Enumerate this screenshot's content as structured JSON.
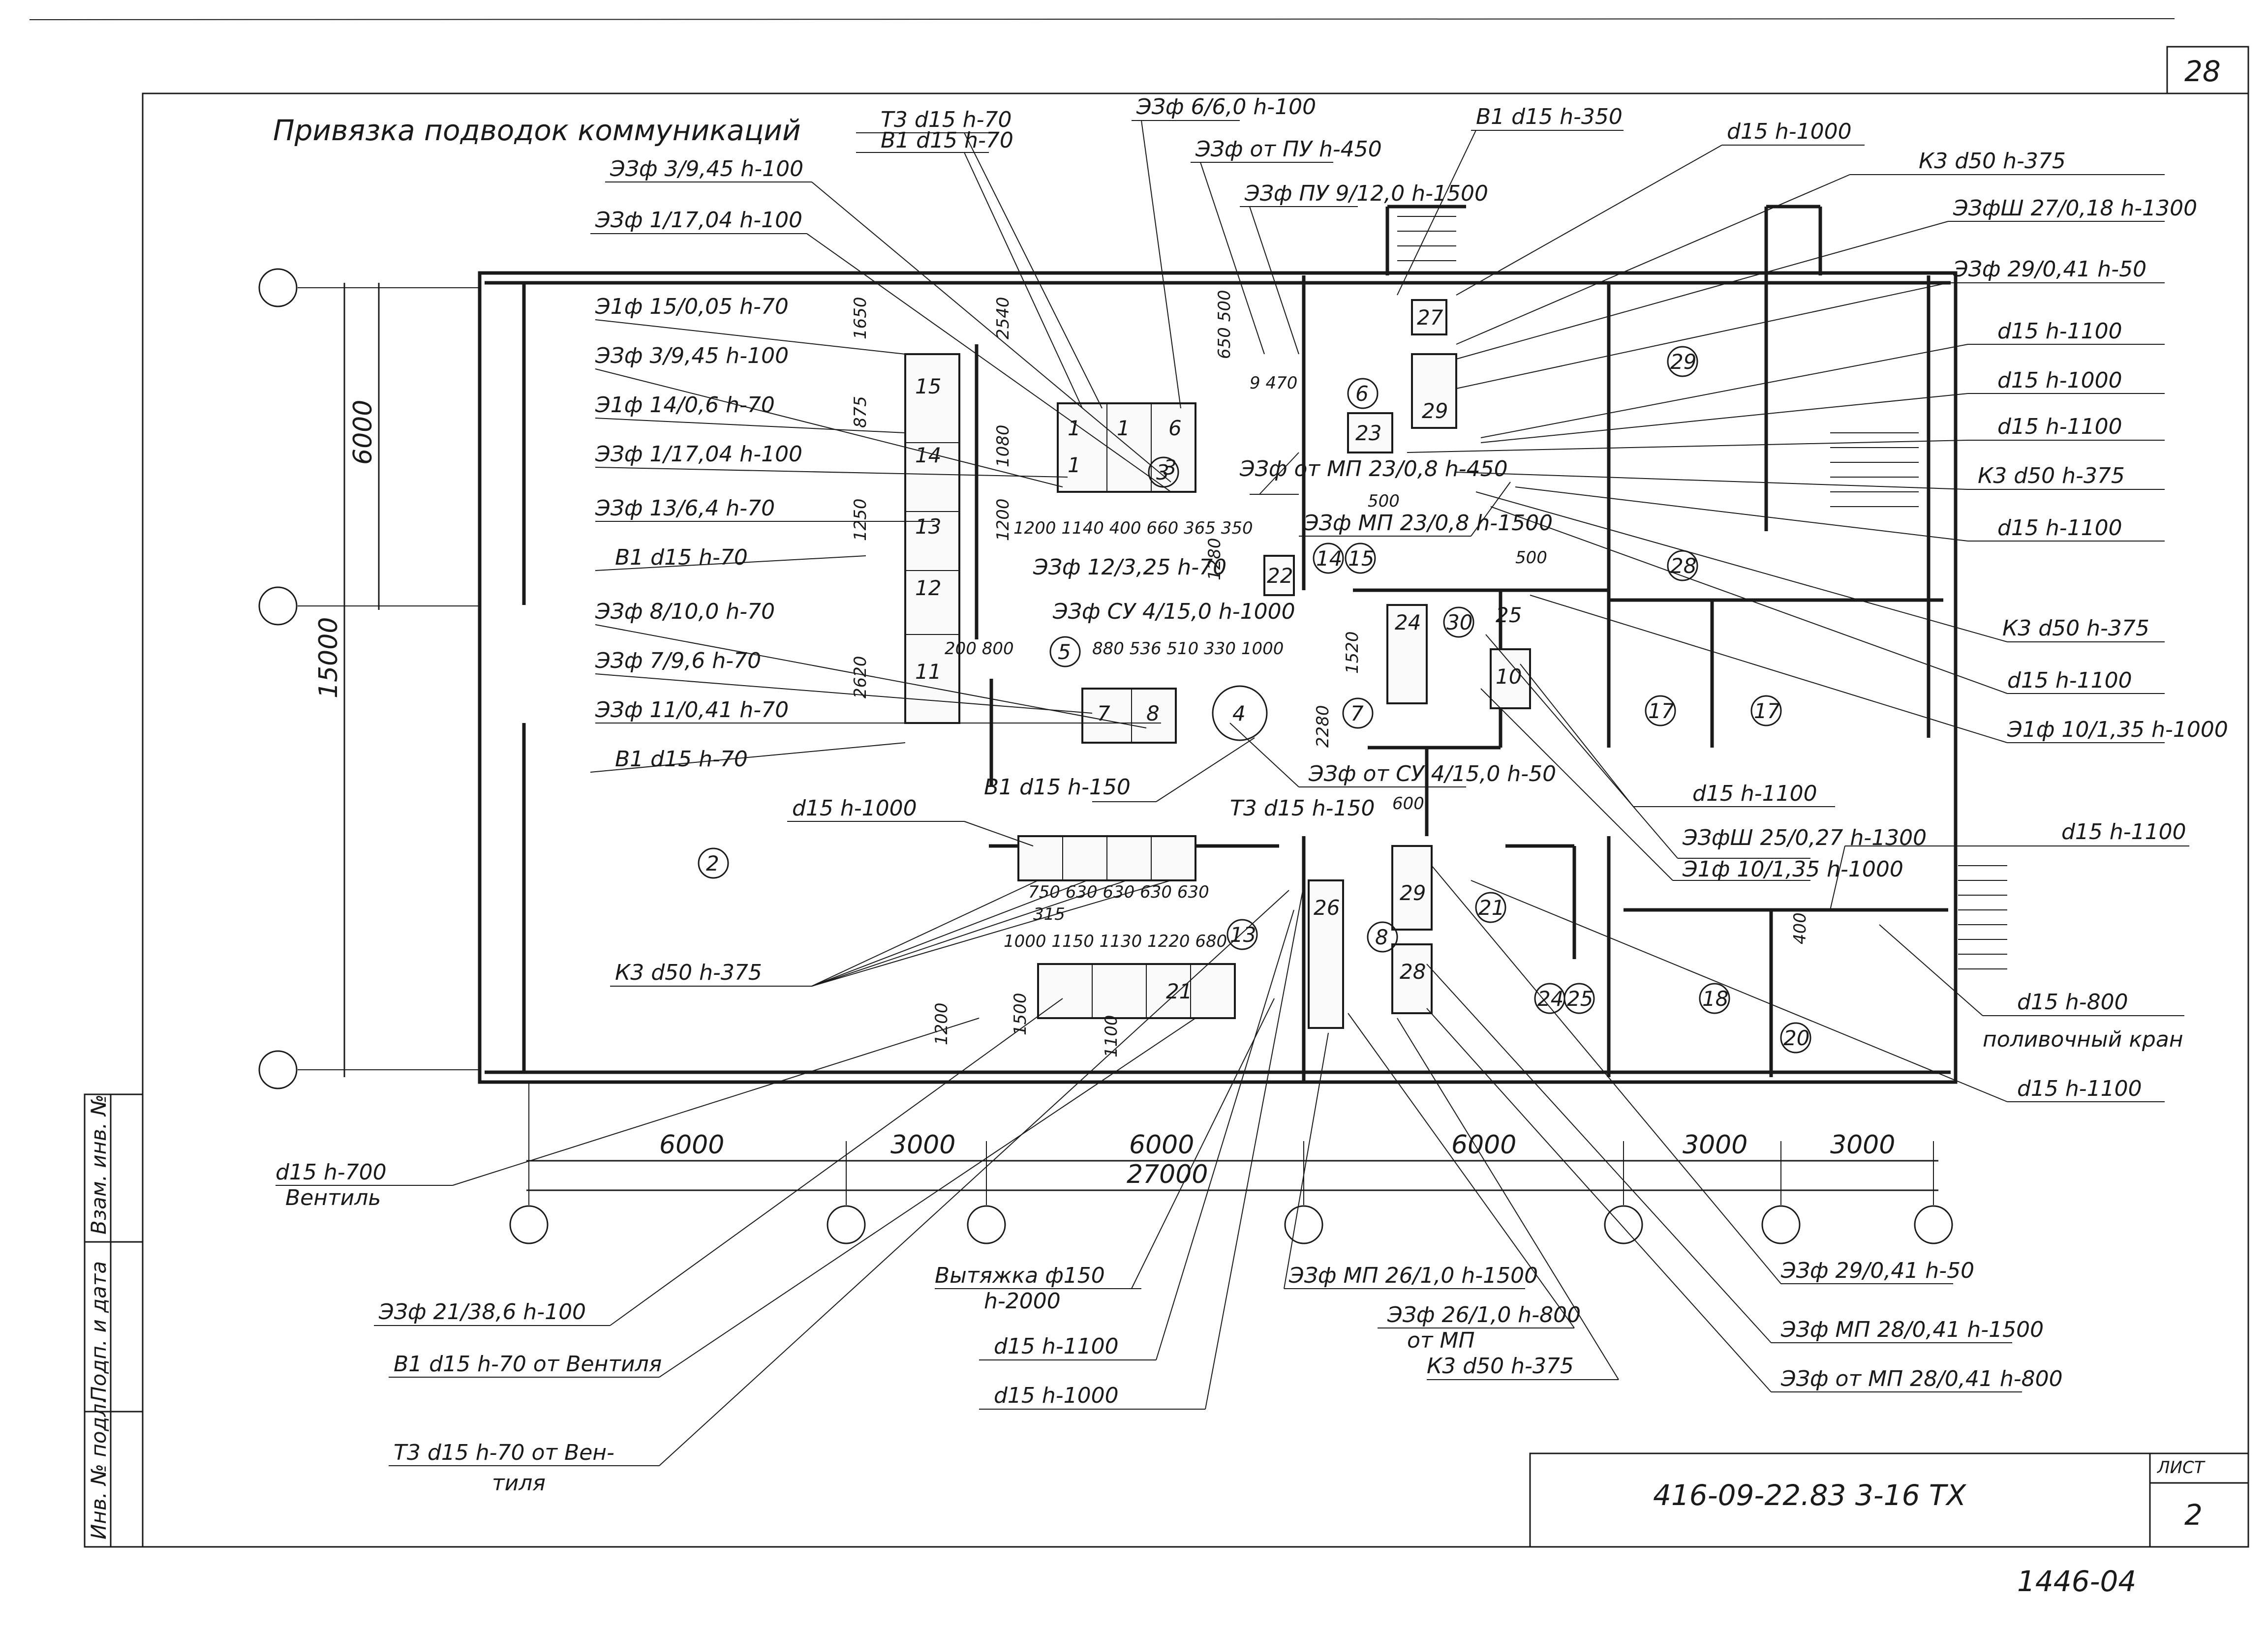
{
  "drawing": {
    "title": "Привязка подводок коммуникаций",
    "page_corner": "28",
    "stamp_code": "416-09-22.83   3-16 ТХ",
    "sheet_label": "ЛИСТ",
    "sheet_number": "2",
    "archive_number": "1446-04"
  },
  "side_stamp": {
    "inv_podl": "Инв. № подл.",
    "podp_data": "Подп. и дата",
    "vzam_inv": "Взам. инв. №"
  },
  "axes": {
    "column_spans": [
      "6000",
      "3000",
      "6000",
      "6000",
      "3000",
      "3000"
    ],
    "total_length": "27000",
    "row_spans": [
      "6000",
      "15000"
    ]
  },
  "rooms": [
    "2",
    "3",
    "5",
    "6",
    "7",
    "8",
    "13",
    "14",
    "15",
    "17",
    "17",
    "18",
    "20",
    "21",
    "24",
    "25",
    "28",
    "29",
    "30"
  ],
  "equipment": [
    "1",
    "1",
    "6",
    "1",
    "3",
    "15",
    "14",
    "13",
    "12",
    "11",
    "7",
    "8",
    "4",
    "22",
    "27",
    "29",
    "23",
    "24",
    "25",
    "10",
    "21",
    "26",
    "28",
    "29"
  ],
  "dimensions": {
    "d1": "1650",
    "d2": "875",
    "d3": "1250",
    "d4": "2620",
    "d5": "2540",
    "d6": "1080",
    "d7": "1200",
    "d8": "1200 1140 400 660 365 350",
    "d9": "200 800",
    "d10": "880 536 510 330 1000",
    "d11": "2280",
    "d12": "1520",
    "d13": "500",
    "d14": "600",
    "d15": "750 630 630 630 630",
    "d16": "315",
    "d17": "1000 1150 1130 1220 680",
    "d18": "1200",
    "d19": "1500",
    "d20": "1100",
    "d21": "650 500",
    "d22": "9 470",
    "d23": "1280",
    "d24": "500",
    "d25": "400"
  },
  "labels": {
    "l1": "Т3 d15 h-70",
    "l2": "В1 d15 h-70",
    "l3": "ЭЗф 6/6,0 h-100",
    "l4": "ЭЗф от ПУ h-450",
    "l5": "ЭЗф ПУ 9/12,0 h-1500",
    "l6": "В1 d15 h-350",
    "l7": "d15 h-1000",
    "l8": "К3 d50 h-375",
    "l9": "ЭЗфШ 27/0,18 h-1300",
    "l10": "ЭЗф 29/0,41 h-50",
    "l11": "d15 h-1100",
    "l12": "d15 h-1000",
    "l13": "d15 h-1100",
    "l14": "К3 d50 h-375",
    "l15": "d15 h-1100",
    "l16": "К3 d50 h-375",
    "l17": "d15 h-1100",
    "l18": "Э1ф 10/1,35 h-1000",
    "l19": "ЭЗф 3/9,45 h-100",
    "l20": "ЭЗф 1/17,04 h-100",
    "l21": "Э1ф 15/0,05 h-70",
    "l22": "ЭЗф 3/9,45 h-100",
    "l23": "Э1ф 14/0,6 h-70",
    "l24": "ЭЗф 1/17,04 h-100",
    "l25": "ЭЗф 13/6,4 h-70",
    "l26": "В1 d15 h-70",
    "l27": "ЭЗф 8/10,0 h-70",
    "l28": "ЭЗф 7/9,6 h-70",
    "l29": "ЭЗф 11/0,41 h-70",
    "l30": "В1 d15 h-70",
    "l31": "ЭЗф от МП 23/0,8 h-450",
    "l32": "ЭЗф МП 23/0,8 h-1500",
    "l33": "ЭЗф 12/3,25 h-70",
    "l34": "ЭЗф СУ 4/15,0 h-1000",
    "l35": "В1 d15 h-150",
    "l36": "ЭЗф от СУ 4/15,0 h-50",
    "l37": "Т3 d15 h-150",
    "l38": "d15 h-1000",
    "l39": "К3 d50 h-375",
    "l40": "d15 h-1100",
    "l41": "ЭЗфШ 25/0,27 h-1300",
    "l42": "Э1ф 10/1,35 h-1000",
    "l43": "d15 h-1100",
    "l44": "d15 h-800",
    "l45": "поливочный кран",
    "l46": "d15 h-1100",
    "l47": "d15 h-700",
    "l48": "Вентиль",
    "l49": "ЭЗф 21/38,6 h-100",
    "l50": "В1 d15 h-70 от Вентиля",
    "l51": "Т3 d15 h-70 от Вен-",
    "l52": "тиля",
    "l53": "Вытяжка ф150",
    "l54": "h-2000",
    "l55": "d15 h-1100",
    "l56": "d15 h-1000",
    "l57": "ЭЗф МП 26/1,0 h-1500",
    "l58": "ЭЗф 26/1,0 h-800",
    "l59": "от МП",
    "l60": "К3 d50 h-375",
    "l61": "ЭЗф 29/0,41 h-50",
    "l62": "ЭЗф МП 28/0,41 h-1500",
    "l63": "ЭЗф от МП 28/0,41 h-800"
  }
}
